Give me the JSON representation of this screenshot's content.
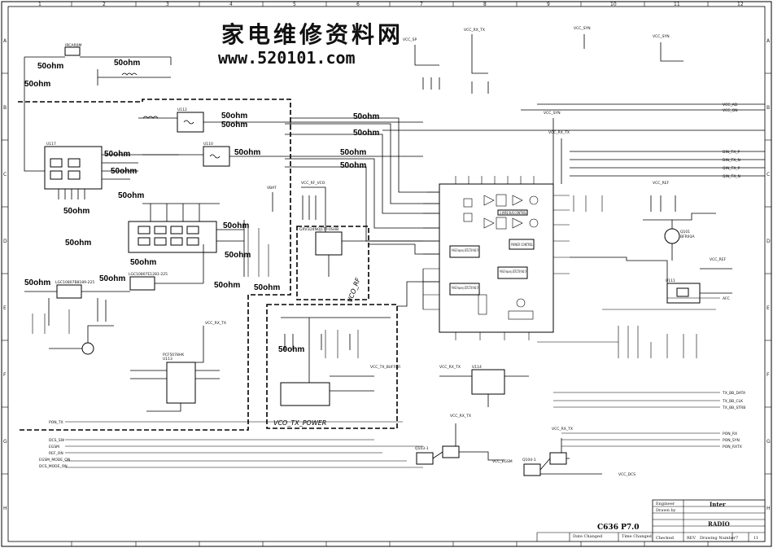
{
  "header": {
    "site_name": "家电维修资料网",
    "site_url": "www.520101.com"
  },
  "impedance_labels": [
    "50ohm",
    "50ohm",
    "50ohm",
    "50ohm",
    "50ohm",
    "50ohm",
    "50ohm",
    "50ohm",
    "50ohm",
    "50ohm",
    "50ohm",
    "50ohm",
    "50ohm",
    "50ohm",
    "50ohm",
    "50ohm",
    "50ohm",
    "50ohm",
    "50ohm",
    "50ohm"
  ],
  "sections": {
    "vco_rf": "VCO_RF",
    "vco_tx_power": "VCO_TX_POWER"
  },
  "power_nets": {
    "vcc_sp": "VCC_SP",
    "vcc_rx_tx": "VCC_RX_TX",
    "vcc_syn": "VCC_SYN",
    "vcc_dcs": "VCC_DCS",
    "vcc_egsm": "VCC_EGSM",
    "vcc_rf_vco": "VCC_RF_VCO",
    "vcc_ref": "VCC_REF",
    "vbat": "VBAT",
    "vcc_tx_buffer": "VCC_TX_BUFFER"
  },
  "parts": {
    "u117": "U117",
    "u110": "U110",
    "u112": "U112",
    "u113": "U113",
    "u114": "U114",
    "u111": "U111",
    "q101": "Q101",
    "q103": "Q103-1",
    "q104": "Q104-1",
    "pcf": "PCF5078HK",
    "irc": "IRCAR0M",
    "lgc1": "LGC10807B8189-225",
    "lgc2": "LGC10807E1281-225",
    "bfr": "BFR93A",
    "vco_rf_part": "GRV1D4N0J1TP-0SHB"
  },
  "pins": {
    "left_bus": [
      "PON_TX",
      "DCS_SW",
      "EGSM",
      "REF_ON",
      "EGSM_MODE_ON",
      "DCS_MODE_ON"
    ],
    "right_bus": [
      "VCC_AD",
      "VCC_ON",
      "DIN_TX_P",
      "DIN_TX_N",
      "QIN_TX_P",
      "QIN_TX_N",
      "AFC",
      "TX_BB_DATA",
      "TX_BB_CLK",
      "TX_BB_STRB",
      "PON_RX",
      "PON_SYN",
      "PON_RXTX"
    ],
    "ic_blocks": [
      "PHASE Frequency DETECTOR AND CP",
      "PHASE Frequency DETECTOR AND CP",
      "PHASE Frequency DETECTOR AND CP",
      "POWER CONTROL",
      "3 WIRE BUS CONTROL"
    ]
  },
  "grid": {
    "columns": [
      "1",
      "2",
      "3",
      "4",
      "5",
      "6",
      "7",
      "8",
      "9",
      "10",
      "11",
      "12"
    ],
    "rows": [
      "A",
      "B",
      "C",
      "D",
      "E",
      "F",
      "G",
      "H"
    ]
  },
  "title_block": {
    "page_label": "C636   P7.0",
    "company": "Inter",
    "drawing_title": "RADIO",
    "sheet": "7",
    "sheet_of": "11",
    "engineer": "Engineer",
    "drawn": "Drawn by",
    "checked": "Checked",
    "rev": "REV",
    "drawing_number": "Drawing Number",
    "date_changed": "Date Changed",
    "time_changed": "Time Changed"
  }
}
